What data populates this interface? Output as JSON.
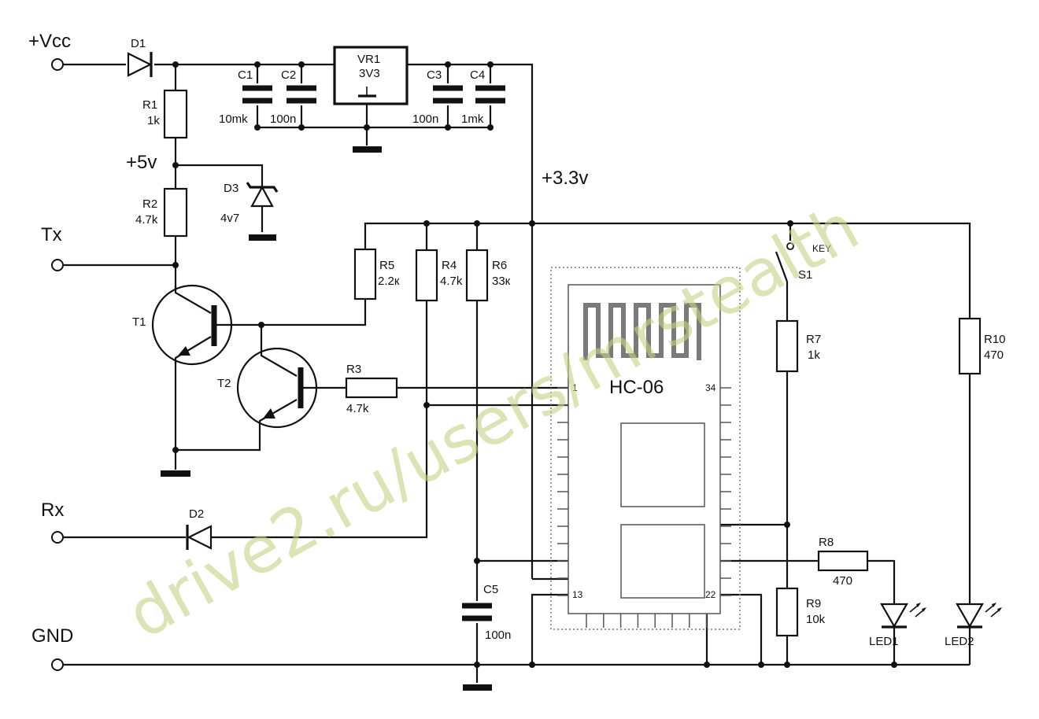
{
  "nets": {
    "vcc": "+Vcc",
    "v5": "+5v",
    "v33": "+3.3v",
    "tx": "Tx",
    "rx": "Rx",
    "gnd": "GND"
  },
  "components": {
    "d1": "D1",
    "d2": "D2",
    "d3": "D3",
    "d3_value": "4v7",
    "r1": "R1",
    "r1_value": "1k",
    "r2": "R2",
    "r2_value": "4.7k",
    "r3": "R3",
    "r3_value": "4.7k",
    "r4": "R4",
    "r4_value": "4.7k",
    "r5": "R5",
    "r5_value": "2.2к",
    "r6": "R6",
    "r6_value": "33к",
    "r7": "R7",
    "r7_value": "1k",
    "r8": "R8",
    "r8_value": "470",
    "r9": "R9",
    "r9_value": "10k",
    "r10": "R10",
    "r10_value": "470",
    "c1": "C1",
    "c1_value": "10mk",
    "c2": "C2",
    "c2_value": "100n",
    "c3": "C3",
    "c3_value": "100n",
    "c4": "C4",
    "c4_value": "1mk",
    "c5": "C5",
    "c5_value": "100n",
    "vr1": "VR1",
    "vr1_value": "3V3",
    "t1": "T1",
    "t2": "T2",
    "s1": "S1",
    "key": "KEY",
    "led1": "LED1",
    "led2": "LED2"
  },
  "module": {
    "name": "HC-06",
    "pin1": "1",
    "pin13": "13",
    "pin22": "22",
    "pin34": "34"
  },
  "watermark": "drive2.ru/users/mrstealth"
}
